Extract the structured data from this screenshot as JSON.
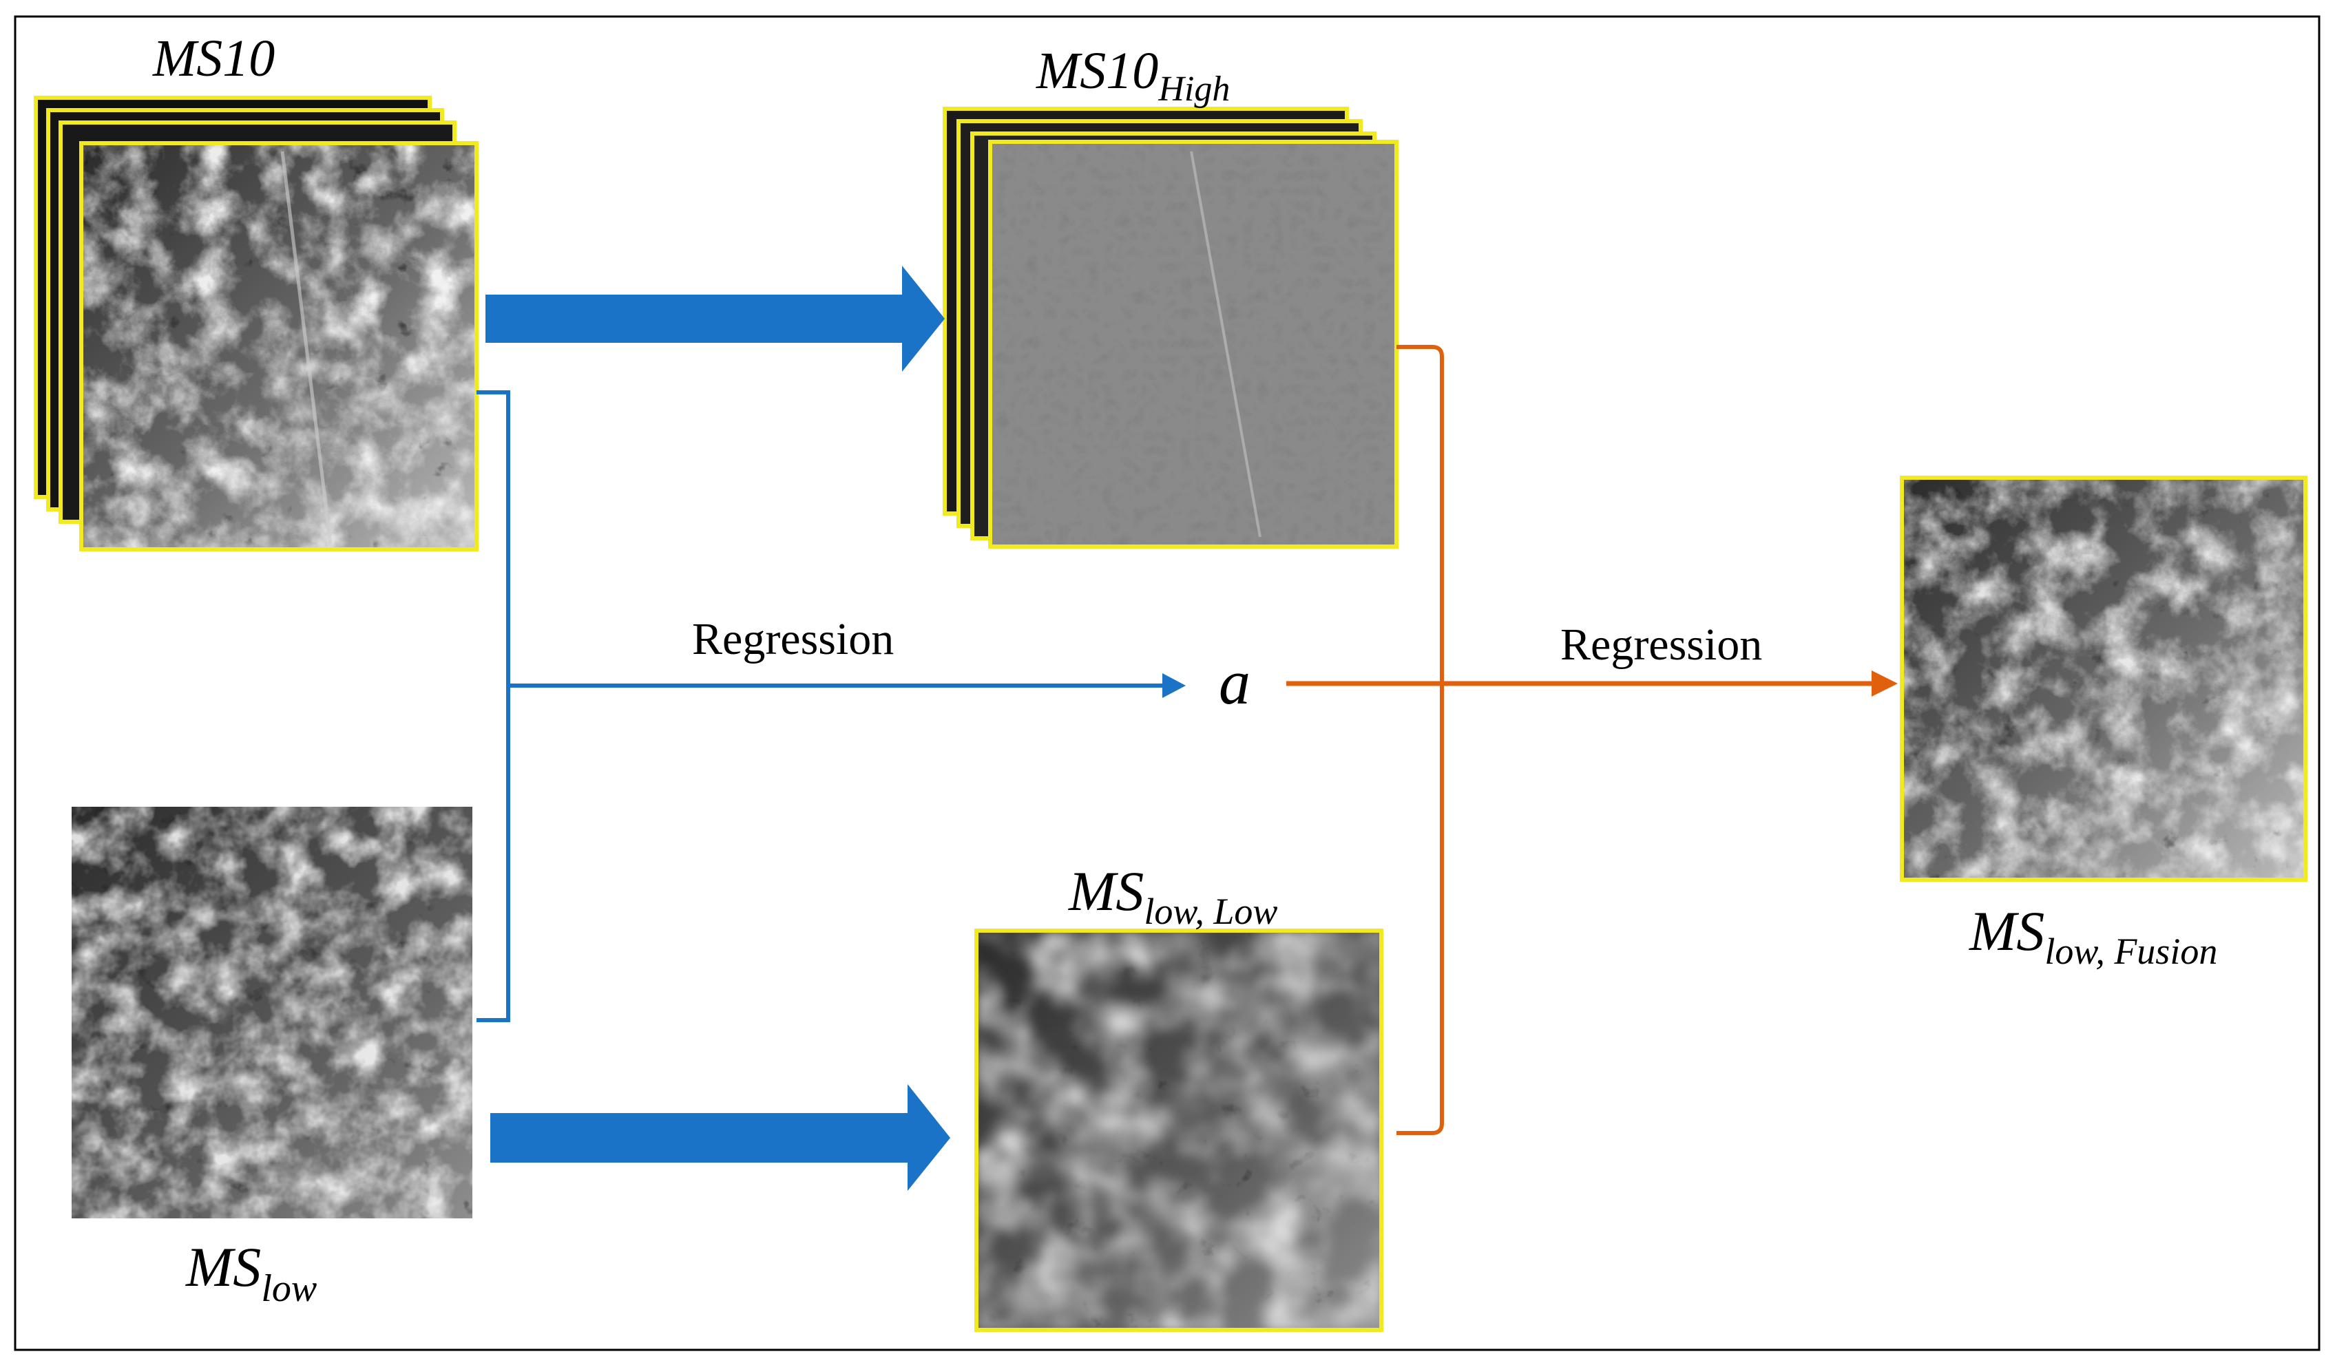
{
  "labels": {
    "ms10": "MS10",
    "ms10_high_base": "MS10",
    "ms10_high_sub": "High",
    "ms_low_base": "MS",
    "ms_low_sub": "low",
    "ms_low_low_base": "MS",
    "ms_low_low_sub": "low, Low",
    "ms_fusion_base": "MS",
    "ms_fusion_sub": "low, Fusion",
    "regression_left": "Regression",
    "regression_right": "Regression",
    "coefficient": "a"
  },
  "colors": {
    "blue": "#1a73c7",
    "orange": "#e0600e",
    "frame": "#f2ea1e",
    "border": "#000000"
  }
}
